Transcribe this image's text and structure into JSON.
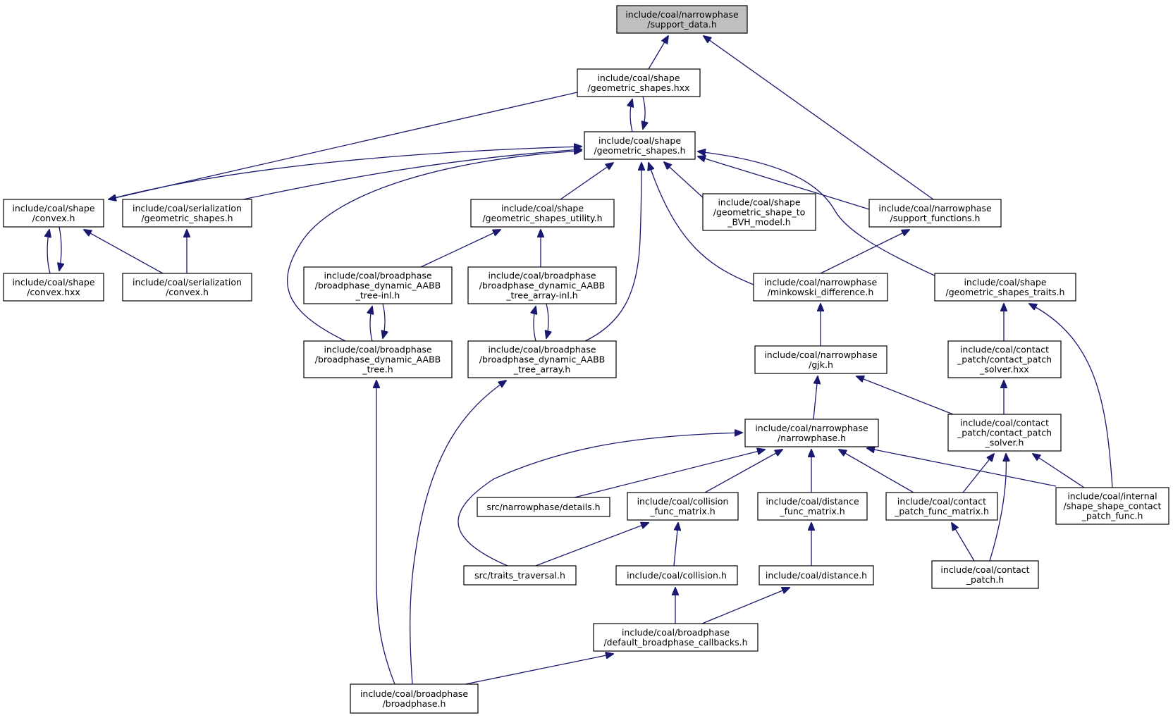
{
  "diagram": {
    "type": "include-dependency-graph",
    "edge_color": "#191970",
    "root_fill": "#bfbfbf",
    "nodes": [
      {
        "id": "support_data",
        "lines": [
          "include/coal/narrowphase",
          "/support_data.h"
        ],
        "root": true
      },
      {
        "id": "gs_hxx",
        "lines": [
          "include/coal/shape",
          "/geometric_shapes.hxx"
        ]
      },
      {
        "id": "gs_h",
        "lines": [
          "include/coal/shape",
          "/geometric_shapes.h"
        ]
      },
      {
        "id": "convex_h",
        "lines": [
          "include/coal/shape",
          "/convex.h"
        ]
      },
      {
        "id": "ser_gs",
        "lines": [
          "include/coal/serialization",
          "/geometric_shapes.h"
        ]
      },
      {
        "id": "gs_util",
        "lines": [
          "include/coal/shape",
          "/geometric_shapes_utility.h"
        ]
      },
      {
        "id": "gs_to_bvh",
        "lines": [
          "include/coal/shape",
          "/geometric_shape_to",
          "_BVH_model.h"
        ]
      },
      {
        "id": "support_functions",
        "lines": [
          "include/coal/narrowphase",
          "/support_functions.h"
        ]
      },
      {
        "id": "convex_hxx",
        "lines": [
          "include/coal/shape",
          "/convex.hxx"
        ]
      },
      {
        "id": "ser_convex",
        "lines": [
          "include/coal/serialization",
          "/convex.h"
        ]
      },
      {
        "id": "bp_aabb_inl",
        "lines": [
          "include/coal/broadphase",
          "/broadphase_dynamic_AABB",
          "_tree-inl.h"
        ]
      },
      {
        "id": "bp_aabb_arr_inl",
        "lines": [
          "include/coal/broadphase",
          "/broadphase_dynamic_AABB",
          "_tree_array-inl.h"
        ]
      },
      {
        "id": "minkowski",
        "lines": [
          "include/coal/narrowphase",
          "/minkowski_difference.h"
        ]
      },
      {
        "id": "gs_traits",
        "lines": [
          "include/coal/shape",
          "/geometric_shapes_traits.h"
        ]
      },
      {
        "id": "bp_aabb",
        "lines": [
          "include/coal/broadphase",
          "/broadphase_dynamic_AABB",
          "_tree.h"
        ]
      },
      {
        "id": "bp_aabb_arr",
        "lines": [
          "include/coal/broadphase",
          "/broadphase_dynamic_AABB",
          "_tree_array.h"
        ]
      },
      {
        "id": "gjk",
        "lines": [
          "include/coal/narrowphase",
          "/gjk.h"
        ]
      },
      {
        "id": "cps_hxx",
        "lines": [
          "include/coal/contact",
          "_patch/contact_patch",
          "_solver.hxx"
        ]
      },
      {
        "id": "narrowphase",
        "lines": [
          "include/coal/narrowphase",
          "/narrowphase.h"
        ]
      },
      {
        "id": "cps_h",
        "lines": [
          "include/coal/contact",
          "_patch/contact_patch",
          "_solver.h"
        ]
      },
      {
        "id": "details",
        "lines": [
          "src/narrowphase/details.h"
        ]
      },
      {
        "id": "coll_fm",
        "lines": [
          "include/coal/collision",
          "_func_matrix.h"
        ]
      },
      {
        "id": "dist_fm",
        "lines": [
          "include/coal/distance",
          "_func_matrix.h"
        ]
      },
      {
        "id": "cp_fm",
        "lines": [
          "include/coal/contact",
          "_patch_func_matrix.h"
        ]
      },
      {
        "id": "internal_sscp",
        "lines": [
          "include/coal/internal",
          "/shape_shape_contact",
          "_patch_func.h"
        ]
      },
      {
        "id": "traits_trav",
        "lines": [
          "src/traits_traversal.h"
        ]
      },
      {
        "id": "collision",
        "lines": [
          "include/coal/collision.h"
        ]
      },
      {
        "id": "distance",
        "lines": [
          "include/coal/distance.h"
        ]
      },
      {
        "id": "contact_patch",
        "lines": [
          "include/coal/contact",
          "_patch.h"
        ]
      },
      {
        "id": "dbc",
        "lines": [
          "include/coal/broadphase",
          "/default_broadphase_callbacks.h"
        ]
      },
      {
        "id": "broadphase",
        "lines": [
          "include/coal/broadphase",
          "/broadphase.h"
        ]
      }
    ]
  }
}
